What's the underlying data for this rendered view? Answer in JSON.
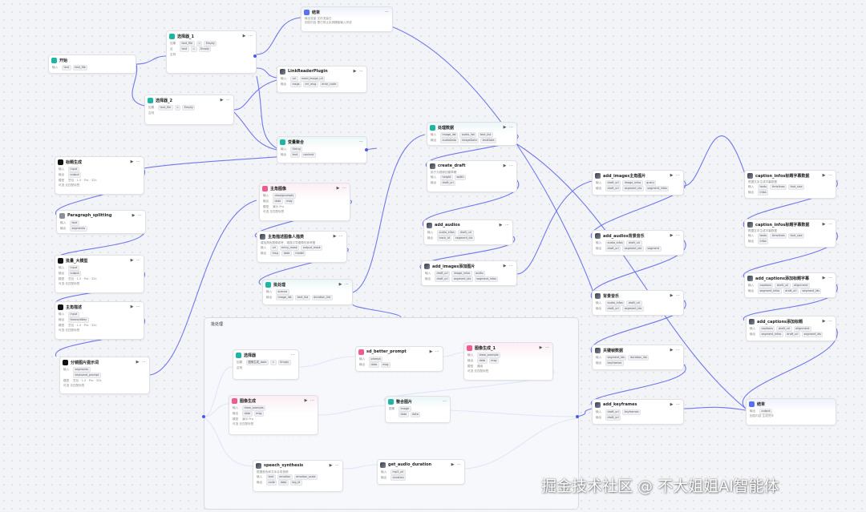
{
  "group": {
    "title": "批处理"
  },
  "nodes": {
    "start": {
      "title": "开始",
      "row1": {
        "label": "输入",
        "tags": [
          "text",
          "text_file"
        ]
      }
    },
    "sel1": {
      "title": "选择器_1",
      "label_if": "如果",
      "if1": [
        "text_file",
        "=",
        "Empty"
      ],
      "and": "且",
      "if2": [
        "text",
        "=",
        "Empty"
      ],
      "label_else": "否则"
    },
    "sel2": {
      "title": "选择器_2",
      "if1": [
        "text_file",
        "=",
        "Empty"
      ],
      "label_if": "如果",
      "label_else": "否则"
    },
    "end_top": {
      "title": "结束",
      "row1": "输出变量  文件变量已",
      "row2": "回答内容  是已停止实例模板输入完成"
    },
    "link": {
      "title": "LinkReaderPlugin",
      "row1": [
        "url",
        "need_image_url"
      ],
      "row2": [
        "msgs",
        "err_msg",
        "error_code"
      ]
    },
    "varmerge": {
      "title": "变量聚合",
      "row1": [
        "String"
      ],
      "row2": [
        "text",
        "content"
      ]
    },
    "title_gen": {
      "title": "标题生成",
      "in": [
        "input"
      ],
      "out": [
        "output"
      ],
      "model": "豆包 · 1.5 · Pro · 32k",
      "desc": "可选  无匹配标签"
    },
    "para": {
      "title": "Paragraph_splitting",
      "in": [
        "text"
      ],
      "out": [
        "segments"
      ]
    },
    "body": {
      "title": "批量_大模型",
      "in": [
        "input"
      ],
      "out": [
        "output"
      ],
      "model": "豆包 · 1.5 · Pro · 32k",
      "desc": "可选  无匹配标签"
    },
    "theme": {
      "title": "主角描述",
      "in": [
        "input"
      ],
      "out": [
        "theme/titles"
      ],
      "model": "豆包 · 1.5 · Pro · 32k",
      "desc": "可选  无匹配标签"
    },
    "split": {
      "title": "分镜图片提示词",
      "in": [
        "segments",
        "keyboard_prompt"
      ],
      "model": "豆包 · 1.5 · Pro · 32k",
      "desc": "可选  无匹配标签"
    },
    "theme_img": {
      "title": "主角图像",
      "in": [
        "draw/prompts"
      ],
      "out": [
        "data",
        "msg"
      ],
      "extra": "演示 Pro",
      "desc": "可选  无匹配标签"
    },
    "theme_ref": {
      "title": "主角描述图像人描类",
      "sub": "增加角色图像参考，增强引导图像的参考图",
      "in": [
        "url",
        "entry_mask",
        "output_mask"
      ],
      "out": [
        "msg",
        "data",
        "model"
      ]
    },
    "batch": {
      "title": "批处理",
      "in": [
        "scenes"
      ],
      "out": [
        "image_list",
        "text_list",
        "duration_list"
      ]
    },
    "proc": {
      "title": "处理数据",
      "in": [
        "image_list",
        "audio_list",
        "text_list"
      ],
      "out": [
        "audioData",
        "imageData",
        "textData"
      ]
    },
    "draft": {
      "title": "create_draft",
      "sub": "用于为视频创建草稿",
      "in": [
        "height",
        "width"
      ],
      "out": [
        "draft_url"
      ]
    },
    "audios": {
      "title": "add_audios",
      "in": [
        "audio_infos",
        "draft_url"
      ],
      "out": [
        "track_id",
        "segment_ids"
      ]
    },
    "images": {
      "title": "add_images添加图片",
      "in": [
        "draft_url",
        "image_infos",
        "audio"
      ],
      "out": [
        "draft_url",
        "segment_ids",
        "segment_infos"
      ]
    },
    "r_img": {
      "title": "add_images主角图片",
      "in": [
        "draft_url",
        "image_infos",
        "query"
      ],
      "out": [
        "draft_url",
        "segment_ids",
        "segment_infos"
      ]
    },
    "r_aud": {
      "title": "add_audios背景音乐",
      "in": [
        "audio_infos",
        "draft_url"
      ],
      "out": [
        "draft_url",
        "segment_ids",
        "segment"
      ]
    },
    "bgm": {
      "title": "背景音乐",
      "in": [
        "audio_infos",
        "draft_url"
      ],
      "out": [
        "draft_url",
        "segment_ids"
      ]
    },
    "keyf": {
      "title": "关键帧数据",
      "in": [
        "segment_ids",
        "duration_list"
      ],
      "out": [
        "keyframes"
      ]
    },
    "keyfr": {
      "title": "add_keyframes",
      "in": [
        "draft_url",
        "keyframes"
      ],
      "out": [
        "draft_url"
      ]
    },
    "end_right": {
      "title": "结束",
      "row1": [
        "output"
      ],
      "row2": "回答内容  生成完毕"
    },
    "cap1": {
      "title": "caption_infos标题字幕数据",
      "sub": "根据文本生成字幕数据",
      "in": [
        "texts",
        "timelines",
        "font_size"
      ],
      "out": [
        "infos"
      ]
    },
    "cap2": {
      "title": "caption_infos标题字幕数据",
      "sub": "根据文本生成字幕数据",
      "in": [
        "texts",
        "timelines",
        "font_size"
      ],
      "out": [
        "infos"
      ]
    },
    "cap3": {
      "title": "add_captions添加标题字幕",
      "in": [
        "captions",
        "draft_url",
        "alignment"
      ],
      "out": [
        "segment_infos",
        "draft_url",
        "segment_ids"
      ]
    },
    "cap4": {
      "title": "add_captions添加标题",
      "in": [
        "captions",
        "draft_url",
        "alignment"
      ],
      "out": [
        "segment_infos",
        "draft_url",
        "segment_ids"
      ]
    },
    "g_sel": {
      "title": "选择器",
      "if1": [
        "图像生成_data",
        "=",
        "Empty"
      ],
      "label_if": "如果",
      "label_else": "否则"
    },
    "g_better": {
      "title": "sd_better_prompt",
      "in": [
        "prompt"
      ],
      "out": [
        "data",
        "msg"
      ]
    },
    "g_img1": {
      "title": "图像生成_1",
      "in": [
        "draw_prompts"
      ],
      "out": [
        "data",
        "msg"
      ],
      "extra": "通用",
      "desc": "可选  无匹配标签"
    },
    "g_img": {
      "title": "图像生成",
      "in": [
        "draw_prompts"
      ],
      "out": [
        "data",
        "msg"
      ],
      "extra": "演示 Pro",
      "desc": "可选  无匹配标签"
    },
    "g_merge": {
      "title": "整合图片",
      "label": "图像",
      "row1": [
        "Image"
      ],
      "row2": [
        "data",
        "data"
      ]
    },
    "g_speech": {
      "title": "speech_synthesis",
      "sub": "根据音色和文本合成音频",
      "in": [
        "text",
        "emotion",
        "emotion_scale"
      ],
      "out": [
        "code",
        "data",
        "log_id"
      ]
    },
    "g_dur": {
      "title": "get_audio_duration",
      "in": [
        "mp3_url"
      ],
      "out": [
        "duration"
      ]
    }
  },
  "labels": {
    "in": "输入",
    "out": "输出",
    "model": "模型"
  },
  "watermark": "掘金技术社区 @ 不大姐姐AI智能体",
  "colors": {
    "edge": "#5a64e8",
    "handle": "#4d59e8"
  }
}
